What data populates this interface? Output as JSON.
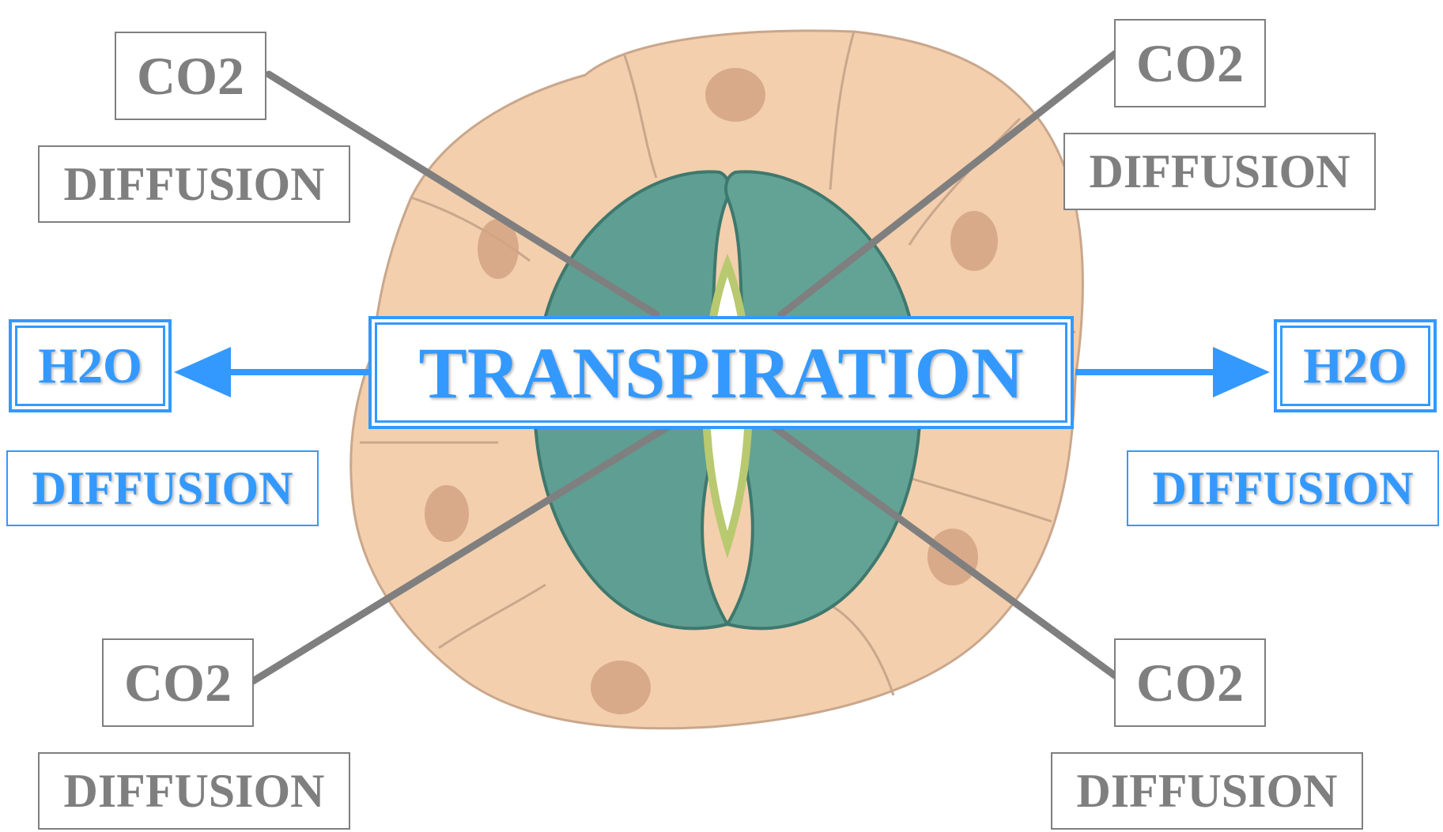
{
  "center": {
    "label": "TRANSPIRATION"
  },
  "water": {
    "left": {
      "molecule": "H2O",
      "process": "DIFFUSION"
    },
    "right": {
      "molecule": "H2O",
      "process": "DIFFUSION"
    }
  },
  "carbon_dioxide": {
    "top_left": {
      "molecule": "CO2",
      "process": "DIFFUSION"
    },
    "top_right": {
      "molecule": "CO2",
      "process": "DIFFUSION"
    },
    "bottom_left": {
      "molecule": "CO2",
      "process": "DIFFUSION"
    },
    "bottom_right": {
      "molecule": "CO2",
      "process": "DIFFUSION"
    }
  },
  "colors": {
    "water_accent": "#3399ff",
    "co2_gray": "#7f7f7f",
    "epidermal_cell": "#f3cfad",
    "cell_nucleus": "#d2a383",
    "guard_cell": "#5f9e92"
  }
}
